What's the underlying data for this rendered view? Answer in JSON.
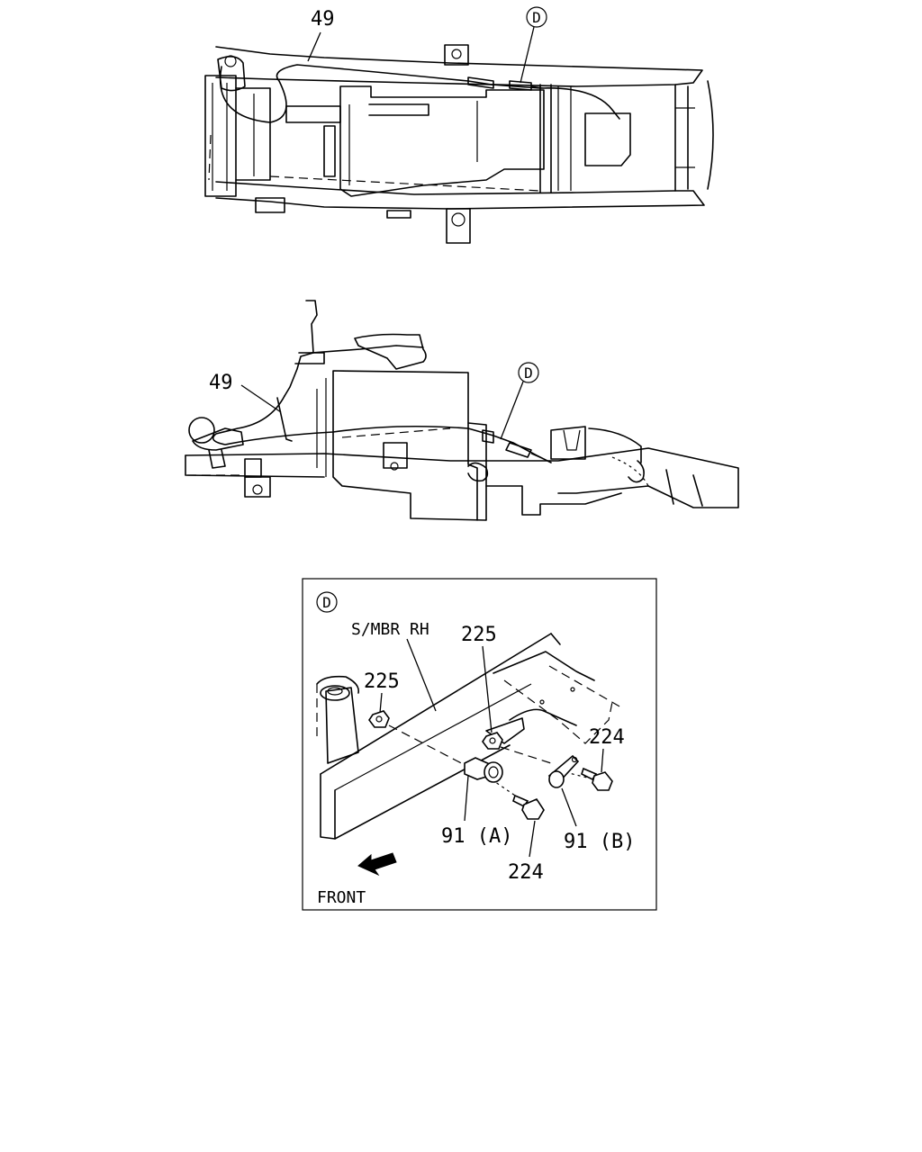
{
  "top_view": {
    "part_label": "49",
    "detail_marker": "D"
  },
  "side_view": {
    "part_label": "49",
    "detail_marker": "D"
  },
  "detail": {
    "marker": "D",
    "member_label": "S/MBR RH",
    "nut_label_left": "225",
    "nut_label_right": "225",
    "bolt_label_right": "224",
    "bolt_label_bottom": "224",
    "clip_a_label": "91 (A)",
    "clip_b_label": "91 (B)",
    "front_label": "FRONT"
  }
}
